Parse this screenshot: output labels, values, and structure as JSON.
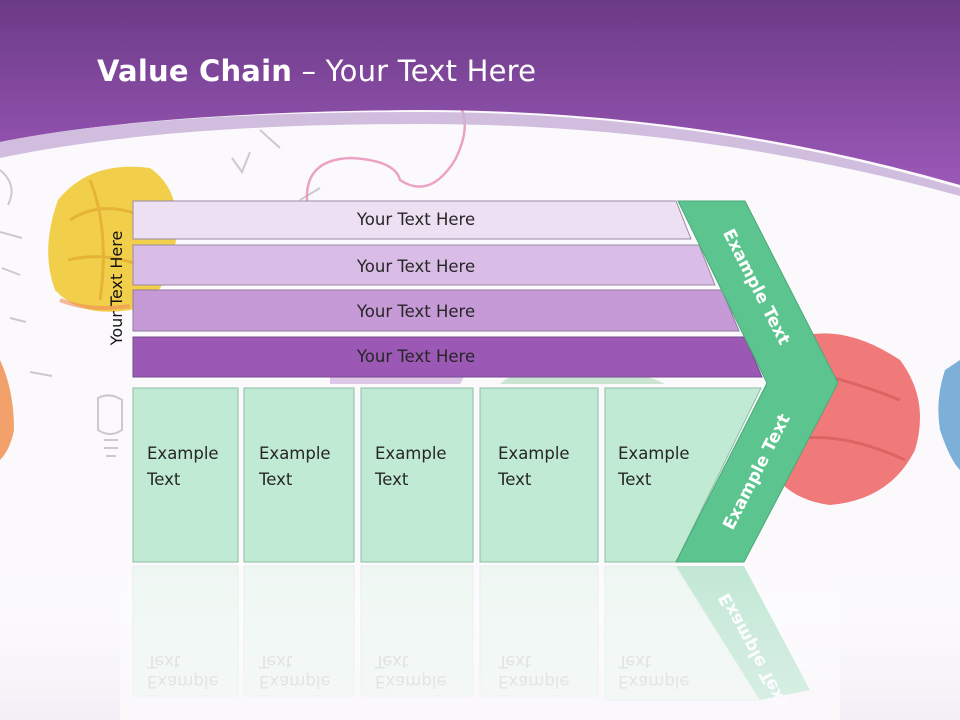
{
  "title": {
    "bold": "Value Chain",
    "rest": " – Your Text Here"
  },
  "side_label": "Your Text Here",
  "bars": [
    {
      "label": "Your Text Here",
      "color": "#ede0f3"
    },
    {
      "label": "Your Text Here",
      "color": "#dabde6"
    },
    {
      "label": "Your Text Here",
      "color": "#c59ad7"
    },
    {
      "label": "Your Text Here",
      "color": "#9b58b5"
    }
  ],
  "boxes": [
    {
      "line1": "Example",
      "line2": "Text"
    },
    {
      "line1": "Example",
      "line2": "Text"
    },
    {
      "line1": "Example",
      "line2": "Text"
    },
    {
      "line1": "Example",
      "line2": "Text"
    },
    {
      "line1": "Example",
      "line2": "Text"
    }
  ],
  "chevron": {
    "upper_label": "Example Text",
    "lower_label": "Example Text",
    "color": "#5cc58f"
  },
  "colors": {
    "header": "#8e4eac",
    "box_fill": "#c0ead3",
    "box_border": "#8dbfa4"
  }
}
